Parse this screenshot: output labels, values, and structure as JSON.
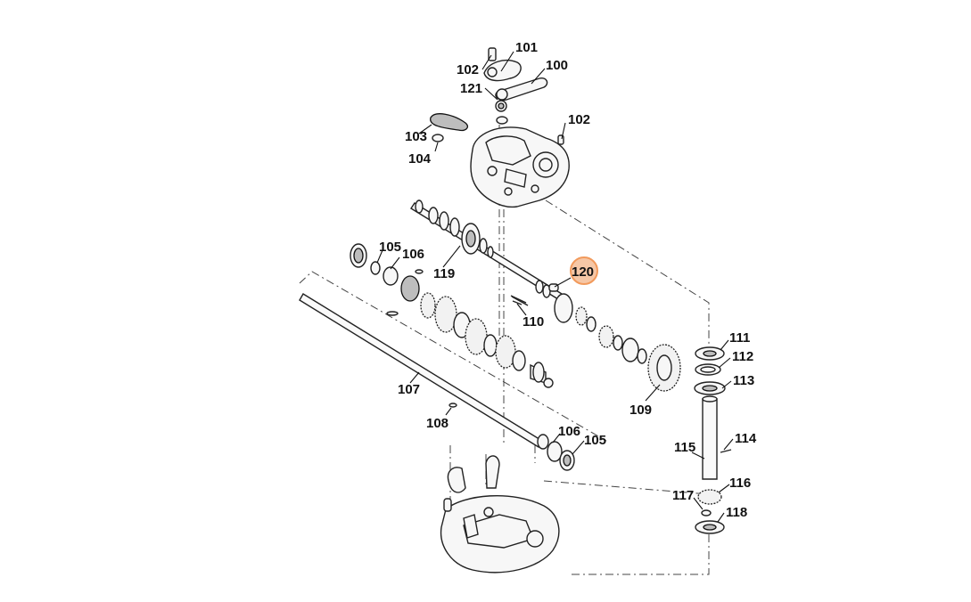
{
  "diagram": {
    "highlighted_callout": "120",
    "callouts": [
      {
        "id": "c101",
        "label": "101"
      },
      {
        "id": "c100",
        "label": "100"
      },
      {
        "id": "c102a",
        "label": "102"
      },
      {
        "id": "c121",
        "label": "121"
      },
      {
        "id": "c102b",
        "label": "102"
      },
      {
        "id": "c103",
        "label": "103"
      },
      {
        "id": "c104",
        "label": "104"
      },
      {
        "id": "c105a",
        "label": "105"
      },
      {
        "id": "c106a",
        "label": "106"
      },
      {
        "id": "c119",
        "label": "119"
      },
      {
        "id": "c120",
        "label": "120"
      },
      {
        "id": "c110",
        "label": "110"
      },
      {
        "id": "c111",
        "label": "111"
      },
      {
        "id": "c112",
        "label": "112"
      },
      {
        "id": "c113",
        "label": "113"
      },
      {
        "id": "c107",
        "label": "107"
      },
      {
        "id": "c109",
        "label": "109"
      },
      {
        "id": "c108",
        "label": "108"
      },
      {
        "id": "c106b",
        "label": "106"
      },
      {
        "id": "c105b",
        "label": "105"
      },
      {
        "id": "c114",
        "label": "114"
      },
      {
        "id": "c115",
        "label": "115"
      },
      {
        "id": "c116",
        "label": "116"
      },
      {
        "id": "c117",
        "label": "117"
      },
      {
        "id": "c118",
        "label": "118"
      }
    ]
  }
}
